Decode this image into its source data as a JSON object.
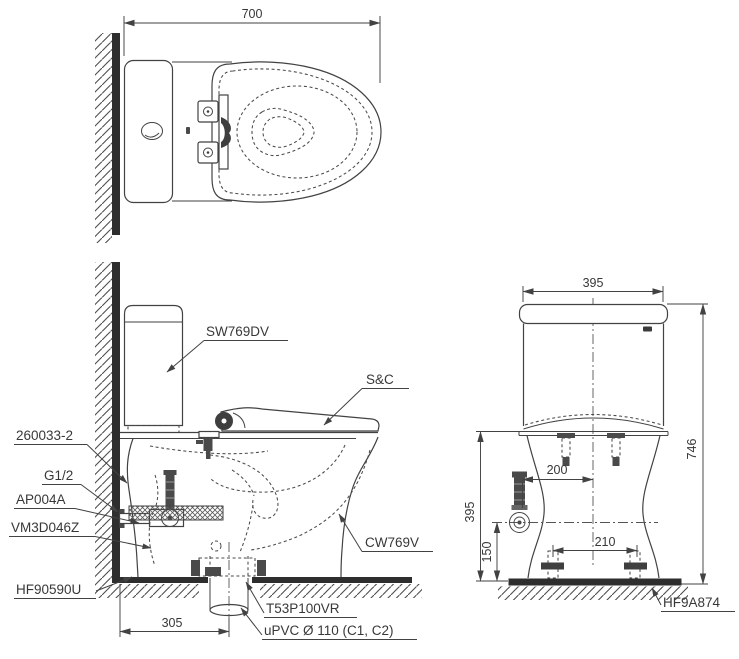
{
  "meta": {
    "ink_color": "#424242",
    "wall_color": "#2e2e2e",
    "bg_color": "#ffffff"
  },
  "top_view": {
    "width_dim": "700"
  },
  "side_view": {
    "rough_in_dim": "305",
    "labels": {
      "cistern": "SW769DV",
      "seat": "S&C",
      "supply_hose": "260033-2",
      "thread": "G1/2",
      "angle_valve": "AP004A",
      "connector": "VM3D046Z",
      "floor_seal": "HF90590U",
      "bowl": "CW769V",
      "outlet_joint": "T53P100VR",
      "waste_pipe": "uPVC Ø 110 (C1, C2)"
    }
  },
  "front_view": {
    "tank_width_dim": "395",
    "overall_height_dim": "746",
    "supply_offset_dim": "200",
    "supply_height_dim": "395",
    "valve_height_dim": "150",
    "bolt_spacing_dim": "210",
    "base_label": "HF9A874"
  }
}
